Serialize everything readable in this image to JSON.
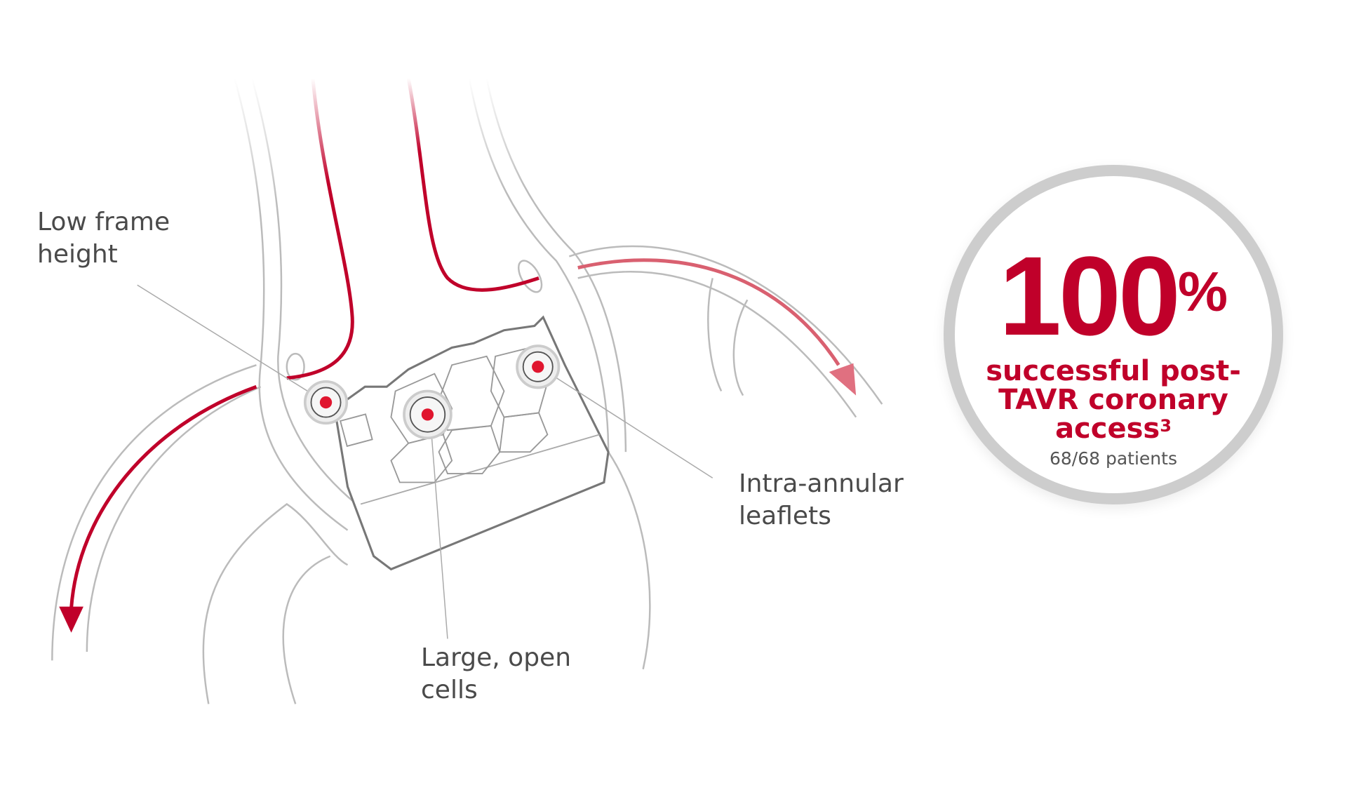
{
  "labels": {
    "low_frame": [
      "Low frame",
      "height"
    ],
    "intra_annular": [
      "Intra-annular",
      "leaflets"
    ],
    "large_cells": [
      "Large, open",
      "cells"
    ]
  },
  "stat": {
    "value": "100",
    "unit": "%",
    "description": "successful post-TAVR coronary",
    "description_lines": [
      "successful post-",
      "TAVR coronary",
      "access"
    ],
    "footnote": "3",
    "detail": "68/68 patients"
  },
  "colors": {
    "accent": "#c0002a",
    "marker": "#e0162f",
    "line": "#b8b8b8",
    "ring": "#cdcdcd"
  }
}
